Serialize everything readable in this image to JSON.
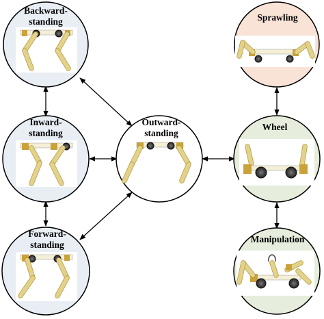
{
  "diagram": {
    "colors": {
      "left_fill": "#e8eef4",
      "sprawling_fill": "#f9e3d6",
      "right_fill": "#e6eddc",
      "leg": "#e2d28c",
      "leg_dark": "#b49a3c",
      "base": "#f4efd6",
      "motor": "#c9a23a",
      "wheel": "#3a3a3a"
    },
    "nodes": {
      "backward": {
        "line1": "Backward-",
        "line2": "standing",
        "icon": "backward-standing-robot-icon"
      },
      "inward": {
        "line1": "Inward-",
        "line2": "standing",
        "icon": "inward-standing-robot-icon"
      },
      "forward": {
        "line1": "Forward-",
        "line2": "standing",
        "icon": "forward-standing-robot-icon"
      },
      "outward": {
        "line1": "Outward-",
        "line2": "standing",
        "icon": "outward-standing-robot-icon"
      },
      "sprawling": {
        "line1": "Sprawling",
        "icon": "sprawling-robot-icon"
      },
      "wheel": {
        "line1": "Wheel",
        "icon": "wheel-mode-robot-icon"
      },
      "manipulation": {
        "line1": "Manipulation",
        "icon": "manipulation-robot-icon"
      }
    },
    "connections": [
      [
        "backward",
        "inward"
      ],
      [
        "inward",
        "forward"
      ],
      [
        "backward",
        "outward"
      ],
      [
        "inward",
        "outward"
      ],
      [
        "forward",
        "outward"
      ],
      [
        "outward",
        "wheel"
      ],
      [
        "sprawling",
        "wheel"
      ],
      [
        "wheel",
        "manipulation"
      ]
    ]
  }
}
